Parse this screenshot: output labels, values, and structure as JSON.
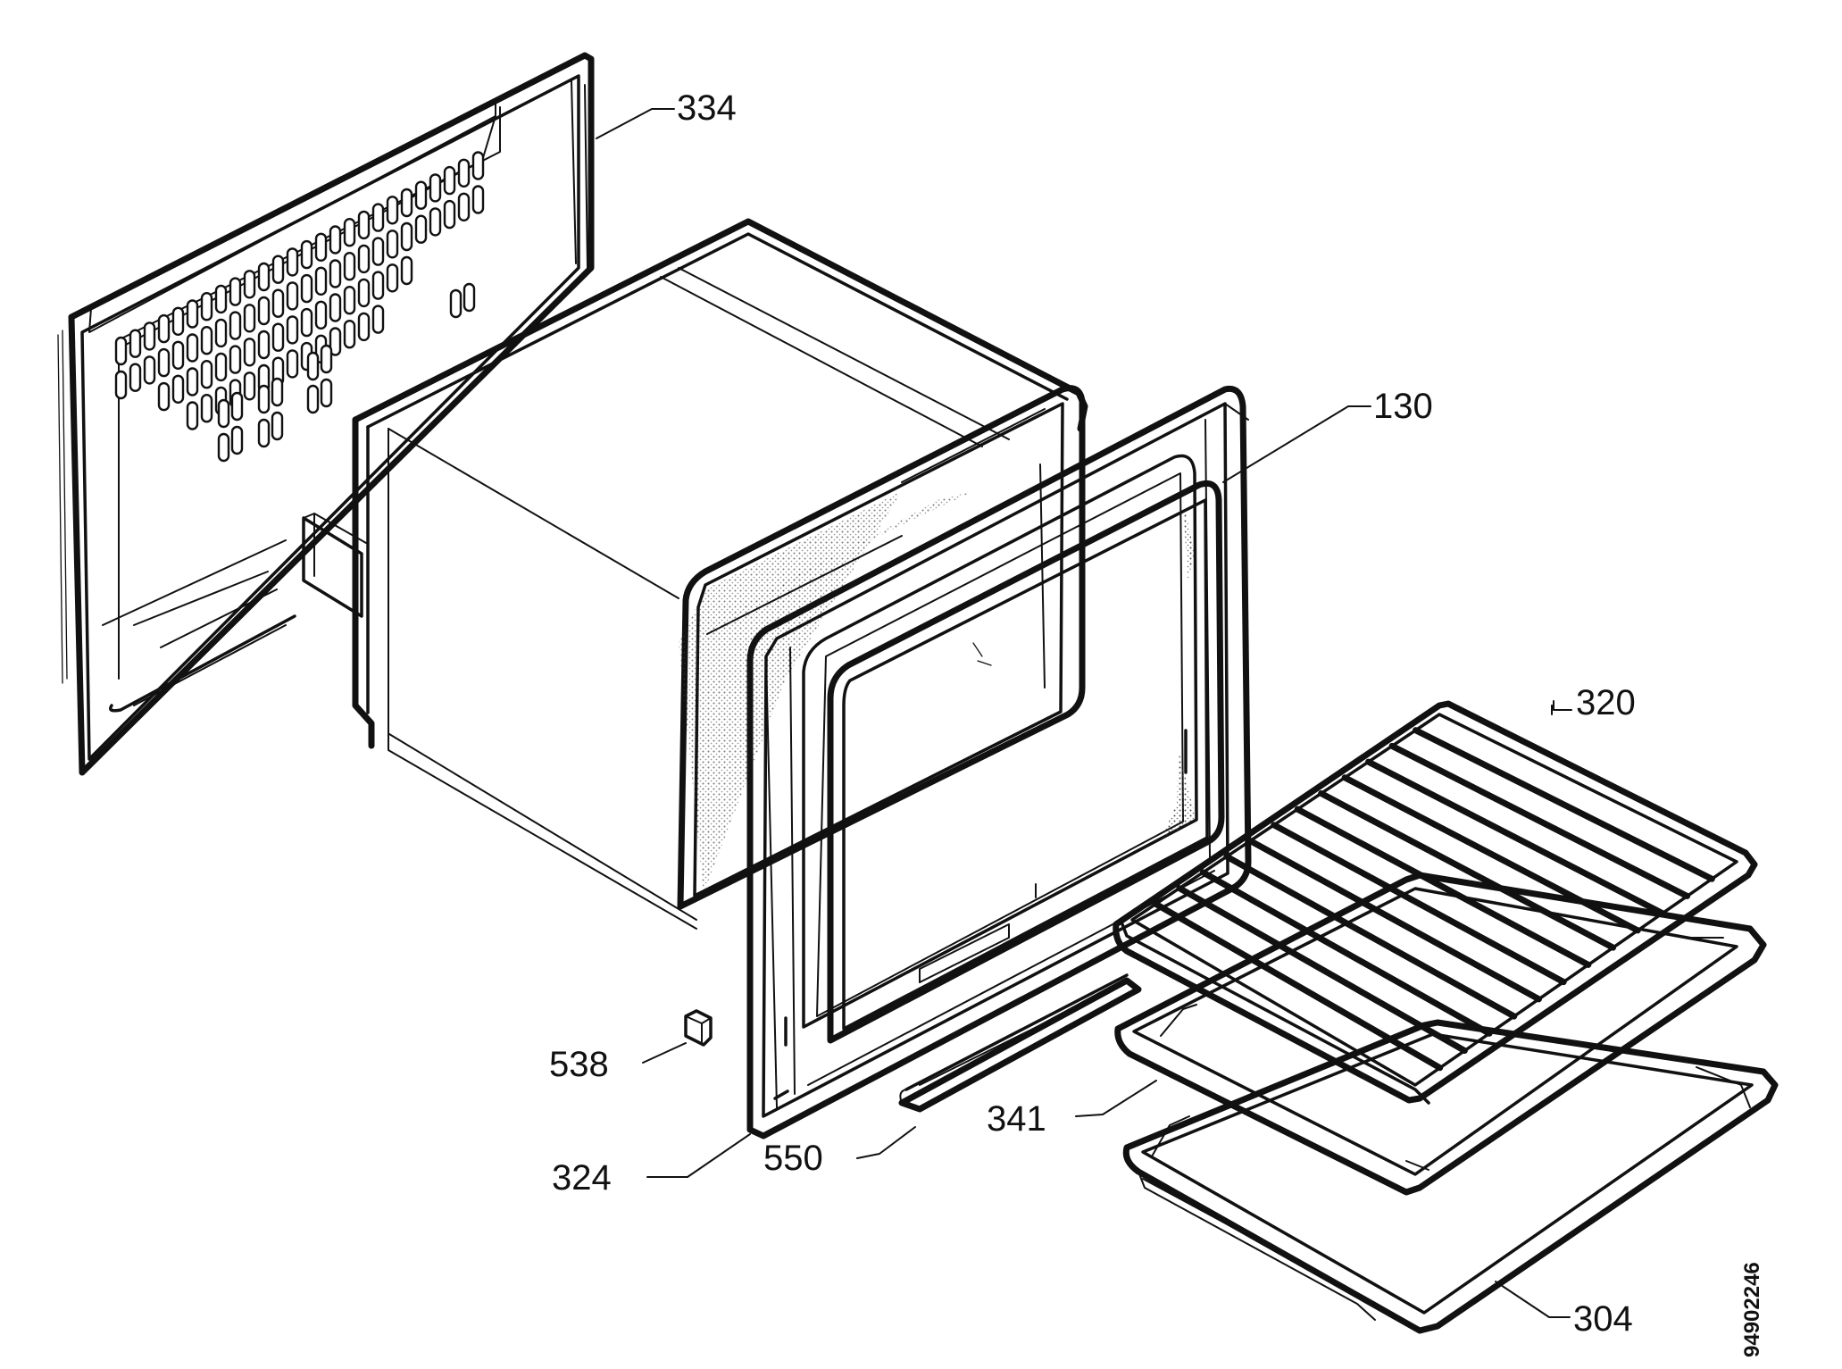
{
  "diagram": {
    "doc_number": "94902246",
    "callouts": [
      {
        "id": "334",
        "text": "334"
      },
      {
        "id": "130",
        "text": "130"
      },
      {
        "id": "320",
        "text": "320"
      },
      {
        "id": "538",
        "text": "538"
      },
      {
        "id": "341",
        "text": "341"
      },
      {
        "id": "324",
        "text": "324"
      },
      {
        "id": "550",
        "text": "550"
      },
      {
        "id": "304",
        "text": "304"
      }
    ]
  }
}
